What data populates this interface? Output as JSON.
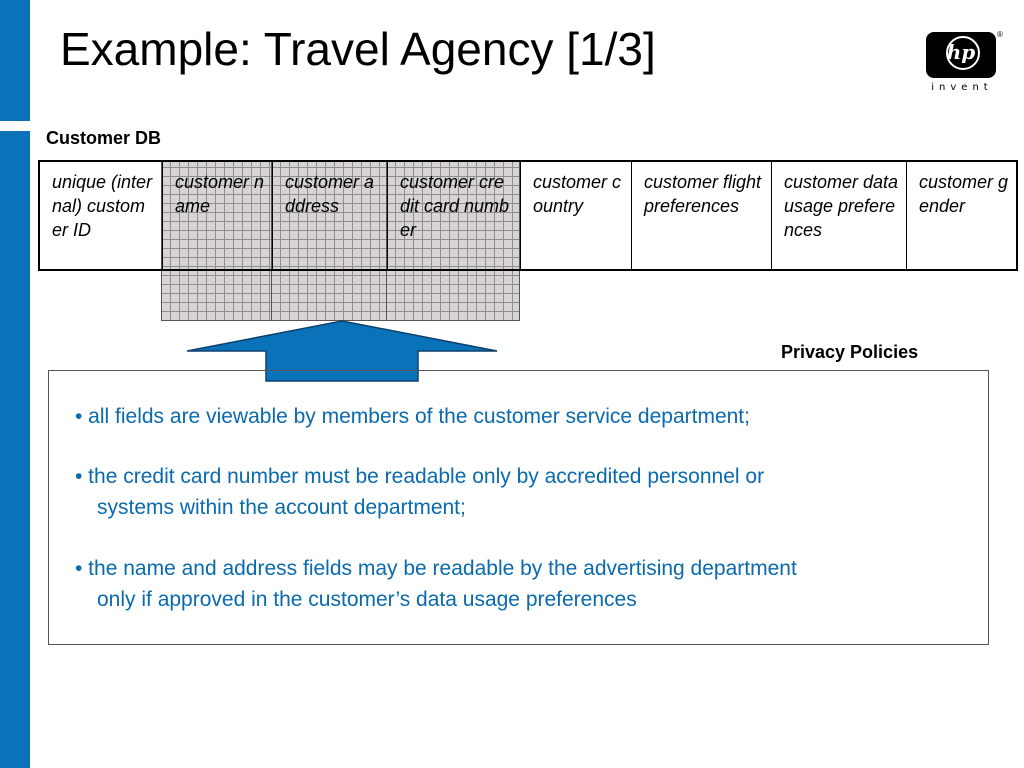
{
  "title": "Example: Travel Agency [1/3]",
  "logo": {
    "brand": "hp",
    "registered": "®",
    "tagline": "invent"
  },
  "customer_db": {
    "label": "Customer DB",
    "columns": [
      "unique (internal) customer ID",
      "customer name",
      "customer address",
      "customer credit card number",
      "customer country",
      "customer flight preferences",
      "customer data usage preferences",
      "customer gender"
    ]
  },
  "privacy": {
    "label": "Privacy Policies",
    "items": [
      {
        "line1": "• all fields are viewable by members of the customer service department;",
        "line2": ""
      },
      {
        "line1": "• the credit card number must be readable only by accredited personnel or",
        "line2": "systems within the account department;"
      },
      {
        "line1": "• the name and address fields may be readable by the advertising department",
        "line2": "only if approved in the customer’s data usage preferences"
      }
    ]
  },
  "colors": {
    "accent": "#0a72b8",
    "policy_text": "#0a6aae",
    "arrow_fill": "#0a72b8",
    "highlight_grid": "#d8d4d4"
  }
}
